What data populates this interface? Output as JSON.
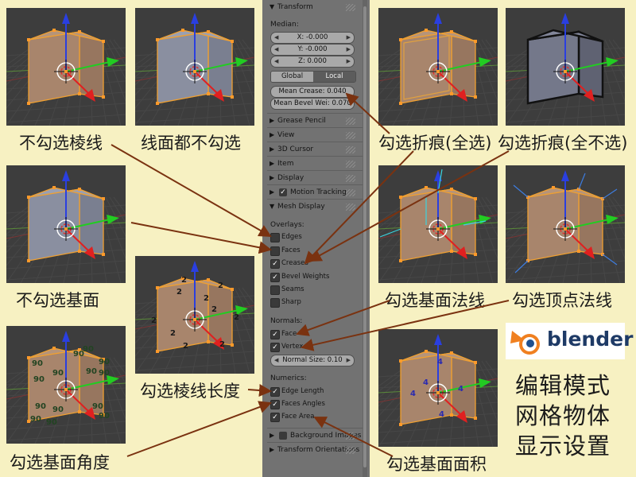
{
  "panel": {
    "transform_header": "Transform",
    "median_label": "Median:",
    "x_field": "X: -0.000",
    "y_field": "Y: -0.000",
    "z_field": "Z: 0.000",
    "global_label": "Global",
    "local_label": "Local",
    "mean_crease": "Mean Crease: 0.040",
    "mean_bevel": "Mean Bevel Wei: 0.070",
    "sections": [
      "Grease Pencil",
      "View",
      "3D Cursor",
      "Item",
      "Display"
    ],
    "motion_tracking": "Motion Tracking",
    "mesh_display": "Mesh Display",
    "overlays_label": "Overlays:",
    "overlays": [
      {
        "label": "Edges",
        "checked": false
      },
      {
        "label": "Faces",
        "checked": false
      },
      {
        "label": "Creases",
        "checked": true
      },
      {
        "label": "Bevel Weights",
        "checked": true
      },
      {
        "label": "Seams",
        "checked": false
      },
      {
        "label": "Sharp",
        "checked": false
      }
    ],
    "normals_label": "Normals:",
    "normals": [
      {
        "label": "Face",
        "checked": true
      },
      {
        "label": "Vertex",
        "checked": true
      }
    ],
    "normal_size": "Normal Size: 0.10",
    "numerics_label": "Numerics:",
    "numerics": [
      {
        "label": "Edge Length",
        "checked": true
      },
      {
        "label": "Faces Angles",
        "checked": true
      },
      {
        "label": "Face Area",
        "checked": true
      }
    ],
    "background_images": "Background Images",
    "transform_orientations": "Transform Orientations"
  },
  "captions": {
    "no_edges": "不勾选棱线",
    "none": "线面都不勾选",
    "creases_all": "勾选折痕(全选)",
    "creases_none": "勾选折痕(全不选)",
    "no_faces": "不勾选基面",
    "face_normals": "勾选基面法线",
    "vertex_normals": "勾选顶点法线",
    "edge_length": "勾选棱线长度",
    "face_angles": "勾选基面角度",
    "face_area": "勾选基面面积"
  },
  "logo": {
    "word": "blender"
  },
  "title_lines": [
    "编辑模式",
    "网格物体",
    "显示设置"
  ],
  "overlay_numbers": {
    "edge_length": "2",
    "face_area": "4",
    "angle": "90"
  },
  "colors": {
    "background": "#f7f1c2",
    "panel": "#727272",
    "viewport": "#3d3d3d",
    "selection_orange": "#f0a030",
    "arrow_lines": "#7a3210",
    "cube_tan": "#a8856c",
    "cube_grey": "#8a8fa0"
  }
}
